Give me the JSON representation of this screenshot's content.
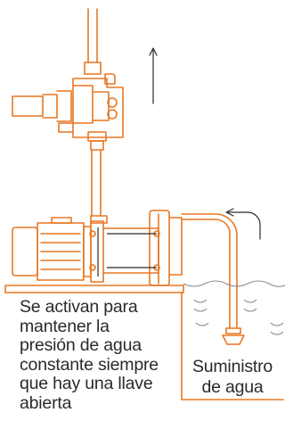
{
  "colors": {
    "accent": "#e87722",
    "line": "#2b2b2b",
    "water": "#8a8a8a",
    "text": "#2a2a2a",
    "background": "#ffffff"
  },
  "captions": {
    "activation": [
      "Se activan para",
      "mantener la",
      "presión de agua",
      "constante siempre",
      "que hay una llave",
      "abierta"
    ],
    "supply": [
      "Suministro",
      "de agua"
    ]
  },
  "icons": {
    "flow_up": "arrow-up-icon",
    "flow_return": "curved-arrow-left-icon"
  }
}
